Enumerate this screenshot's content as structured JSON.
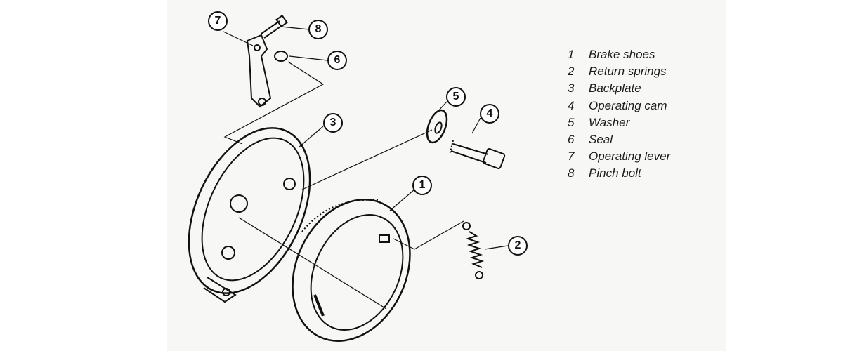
{
  "legend": [
    {
      "num": "1",
      "label": "Brake shoes"
    },
    {
      "num": "2",
      "label": "Return springs"
    },
    {
      "num": "3",
      "label": "Backplate"
    },
    {
      "num": "4",
      "label": "Operating cam"
    },
    {
      "num": "5",
      "label": "Washer"
    },
    {
      "num": "6",
      "label": "Seal"
    },
    {
      "num": "7",
      "label": "Operating lever"
    },
    {
      "num": "8",
      "label": "Pinch bolt"
    }
  ],
  "callouts": [
    "1",
    "2",
    "3",
    "4",
    "5",
    "6",
    "7",
    "8"
  ]
}
